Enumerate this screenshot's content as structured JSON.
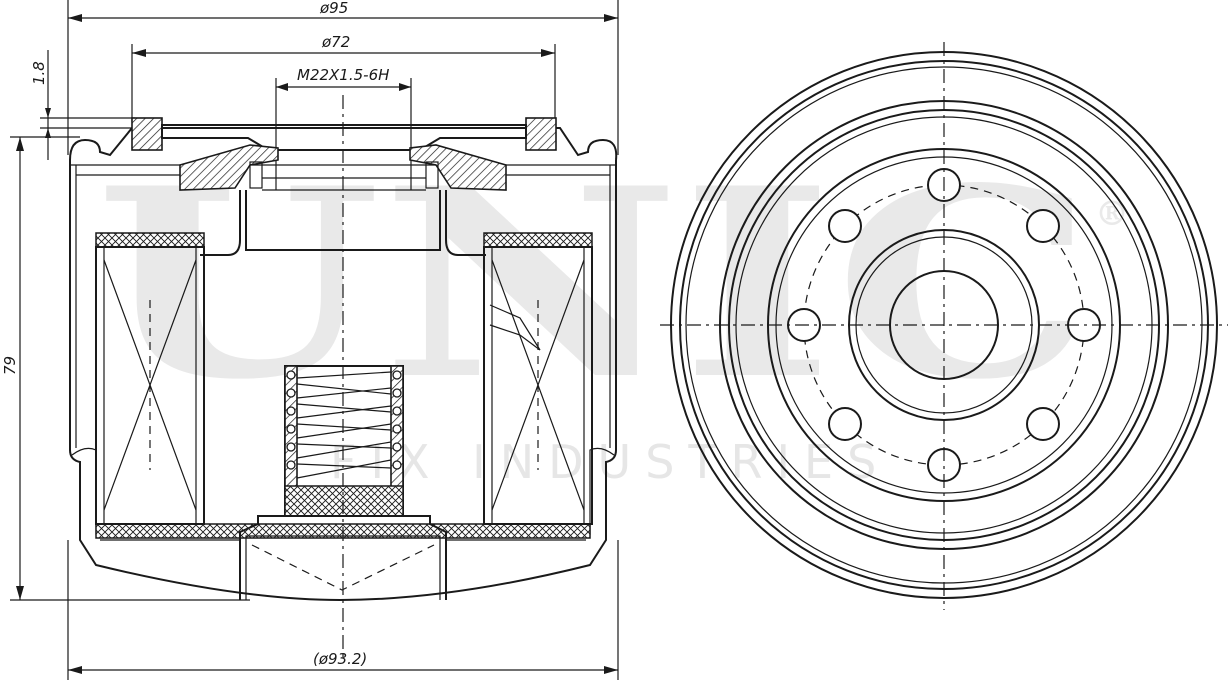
{
  "dimensions": {
    "outer_diameter": "ø95",
    "gasket_diameter": "ø72",
    "thread": "M22X1.5-6H",
    "gasket_offset": "1.8",
    "height": "79",
    "base_diameter": "(ø93.2)"
  },
  "watermark": {
    "brand": "UNIC",
    "registered": "®",
    "tagline": "FIX INDUSTRIES"
  },
  "colors": {
    "ink": "#1a1a1a",
    "watermark": "#e9e9e9",
    "background": "#ffffff"
  }
}
